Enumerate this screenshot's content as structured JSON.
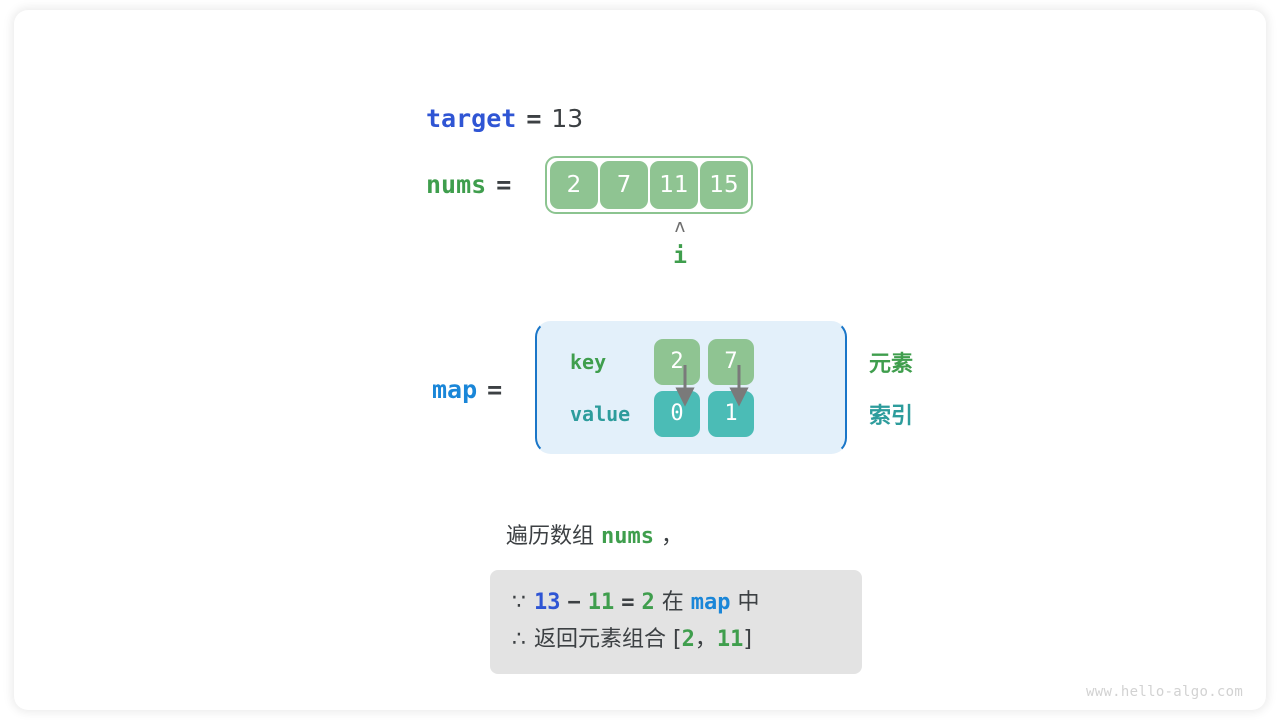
{
  "diagram": {
    "title": "two-sum hash map trace",
    "target": {
      "name": "target",
      "eq": "=",
      "value": "13"
    },
    "nums": {
      "name": "nums",
      "eq": "=",
      "cells": [
        "2",
        "7",
        "11",
        "15"
      ],
      "pointer": {
        "caret": "ʌ",
        "label": "i",
        "index": 2
      }
    },
    "map": {
      "name": "map",
      "eq": "=",
      "row_labels": {
        "key": "key",
        "value": "value"
      },
      "keys": [
        "2",
        "7"
      ],
      "values": [
        "0",
        "1"
      ],
      "legend": {
        "element": "元素",
        "index": "索引"
      }
    },
    "caption": {
      "prefix": "遍历数组",
      "code": "nums",
      "suffix": "，"
    },
    "conclusion": {
      "line1": {
        "symbol": "∵",
        "a": "13",
        "minus": "−",
        "b": "11",
        "equals": "=",
        "result": "2",
        "in_text": "在",
        "container": "map",
        "tail": "中"
      },
      "line2": {
        "symbol": "∴",
        "text": "返回元素组合",
        "bracket_open": "[",
        "v1": "2",
        "comma": "，",
        "v2": "11",
        "bracket_close": "]"
      }
    },
    "watermark": "www.hello-algo.com",
    "colors": {
      "blue_indigo": "#2f55d4",
      "blue_light": "#1a86d8",
      "green": "#3f9e4d",
      "green_cell": "#8fc492",
      "teal": "#2d9c9c",
      "teal_cell": "#4bbcb6",
      "map_bg": "#e3f0fa",
      "map_border": "#1a76c8",
      "box_bg": "#e3e3e3",
      "text_dark": "#3c4043",
      "arrow_gray": "#7a7a7a",
      "watermark_gray": "#d2d2d2"
    }
  }
}
